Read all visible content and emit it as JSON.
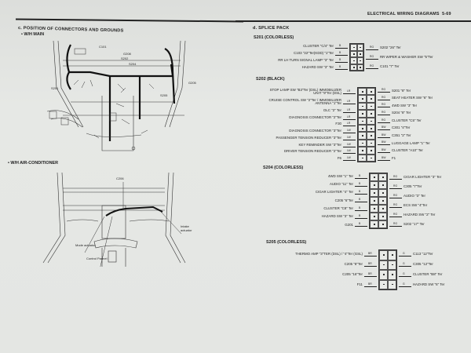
{
  "header": {
    "title": "ELECTRICAL WIRING DIAGRAMS",
    "page": "5-69"
  },
  "left": {
    "section_title": "c. POSITION OF CONNECTORS AND GROUNDS",
    "main": {
      "title": "• W/H MAIN",
      "labels": {
        "c101": "C101",
        "g208": "G208",
        "s202": "S202",
        "s204": "S204",
        "s201": "S201",
        "g205": "G205",
        "s205": "S205"
      }
    },
    "ac": {
      "title": "• W/H AIR-CONDITIONER",
      "labels": {
        "c206": "C206",
        "mode": "Mode actuator",
        "control": "Control Pannel",
        "intake": "Intake actuator"
      }
    }
  },
  "right": {
    "section_title": "d. SPLICE PACK",
    "packs": [
      {
        "title": "S201 (COLORLESS)",
        "rows": 4,
        "left": [
          {
            "label": "CLUSTER \"C/4\" Ter",
            "wire": "B"
          },
          {
            "label": "C103 \"22\"Ter(KDD) \"1\"Ter",
            "wire": "B"
          },
          {
            "label": "RR LH TURN SIGNAL LAMP \"3\" Ter",
            "wire": "B"
          },
          {
            "label": "HAZARD SW \"3\" Ter",
            "wire": "B"
          }
        ],
        "right": [
          {
            "label": "S202 \"26\" Ter",
            "wire": "RG"
          },
          {
            "label": "RR WIPER & WASHER SW \"5\"Ter",
            "wire": "RG"
          },
          {
            "label": "C101 \"7\" Ter",
            "wire": "RG"
          }
        ]
      },
      {
        "title": "S202 (BLACK)",
        "rows": 10,
        "left": [
          {
            "label": "STOP LAMP SW \"B3\"Ter (DSL) IMMOBILIZER UNIT \"9\"Ter (DSL)",
            "wire": "LR"
          },
          {
            "label": "CRUISE CONTROL SW \"2\"Ter / IMMOBILIZER ANTENNA \"1\"Ter",
            "wire": "LR"
          },
          {
            "label": "DLC \"2\" Ter",
            "wire": "LR"
          },
          {
            "label": "DIAGNOSIS CONNECTOR \"2\"Ter",
            "wire": "LR"
          },
          {
            "label": "F30",
            "wire": "LR"
          },
          {
            "label": "DIAGNOSIS CONNECTOR \"3\"Ter",
            "wire": "LW"
          },
          {
            "label": "PASSENGER TENSION REDUCER \"3\"Ter",
            "wire": "LW"
          },
          {
            "label": "KEY REMINDER SW \"3\"Ter",
            "wire": "LW"
          },
          {
            "label": "DRIVER TENSION REDUCER \"2\"Ter",
            "wire": "LW"
          },
          {
            "label": "F6",
            "wire": "LW"
          }
        ],
        "right": [
          {
            "label": "S201 \"8\" Ter",
            "wire": "RG"
          },
          {
            "label": "SEAT HEATER SW \"6\" Ter",
            "wire": "RG"
          },
          {
            "label": "4WD SW \"3\" Ter",
            "wire": "RG"
          },
          {
            "label": "S204 \"8\" Ter",
            "wire": "RG"
          },
          {
            "label": "CLUSTER \"C5\" Ter",
            "wire": "RG"
          },
          {
            "label": "C301 \"4\"Ter",
            "wire": "BW"
          },
          {
            "label": "C351 \"2\" Ter",
            "wire": "BW"
          },
          {
            "label": "LUGGAGE LAMP \"1\" Ter",
            "wire": "BW"
          },
          {
            "label": "CLUSTER \"A10\" Ter",
            "wire": "BW"
          },
          {
            "label": "F1",
            "wire": "BW"
          }
        ]
      },
      {
        "title": "S204 (COLORLESS)",
        "rows": 7,
        "left": [
          {
            "label": "4WD SW \"1\" Ter",
            "wire": "B"
          },
          {
            "label": "AUDIO \"11\" Ter",
            "wire": "B"
          },
          {
            "label": "CIGAR LIGHTER \"4\" Ter",
            "wire": "B"
          },
          {
            "label": "C205 \"6\"Ter",
            "wire": "B"
          },
          {
            "label": "CLUSTER \"C8\" Ter",
            "wire": "B"
          },
          {
            "label": "HAZARD SW \"3\" Ter",
            "wire": "B"
          },
          {
            "label": "G201",
            "wire": "B"
          }
        ],
        "right": [
          {
            "label": "CIGAR LIGHTER \"3\" Ter",
            "wire": "RG"
          },
          {
            "label": "C305 \"7\"Ter",
            "wire": "RG"
          },
          {
            "label": "AUDIO \"3\" Ter",
            "wire": "RG"
          },
          {
            "label": "ECS SW \"4\"Ter",
            "wire": "RG"
          },
          {
            "label": "HAZARD SW \"2\" Ter",
            "wire": "RG"
          },
          {
            "label": "S202 \"17\" Ter",
            "wire": "RG"
          }
        ]
      },
      {
        "title": "S205 (COLORLESS)",
        "rows": 4,
        "left": [
          {
            "label": "THERMO AMP \"3\"TER (DSL) / \"4\"Ter (GSL)",
            "wire": "BR"
          },
          {
            "label": "C205 \"8\"Ter",
            "wire": "BR"
          },
          {
            "label": "C205 \"16\"Ter",
            "wire": "BR"
          },
          {
            "label": "F11",
            "wire": "BR"
          }
        ],
        "right": [
          {
            "label": "C113 \"12\"Ter",
            "wire": "G"
          },
          {
            "label": "C305 \"12\"Ter",
            "wire": "G"
          },
          {
            "label": "CLUSTER \"B8\" Ter",
            "wire": "G"
          },
          {
            "label": "HAZARD SW \"6\" Ter",
            "wire": "G"
          }
        ]
      }
    ]
  }
}
